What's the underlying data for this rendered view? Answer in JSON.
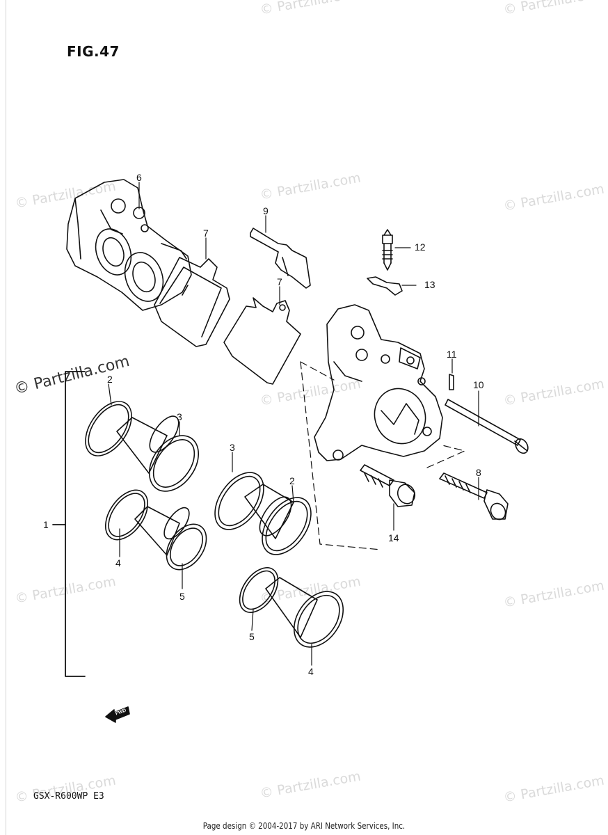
{
  "figure": {
    "title": "FIG.47",
    "model_code": "GSX-R600WP E3",
    "fwd_label": "FWD"
  },
  "callouts": {
    "c1": "1",
    "c2a": "2",
    "c2b": "2",
    "c3a": "3",
    "c3b": "3",
    "c4a": "4",
    "c4b": "4",
    "c5a": "5",
    "c5b": "5",
    "c6": "6",
    "c7a": "7",
    "c7b": "7",
    "c8": "8",
    "c9": "9",
    "c10": "10",
    "c11": "11",
    "c12": "12",
    "c13": "13",
    "c14": "14"
  },
  "watermark": {
    "text": "© Partzilla.com"
  },
  "footer": {
    "text": "Page design © 2004-2017 by ARI Network Services, Inc."
  }
}
